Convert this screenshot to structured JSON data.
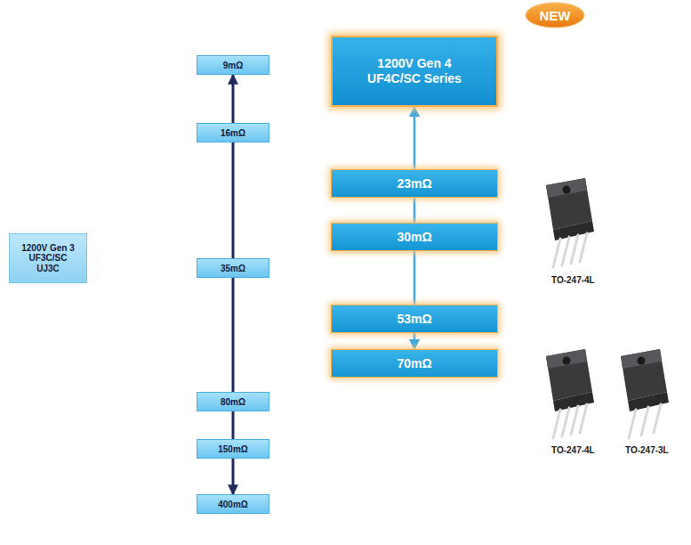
{
  "diagram": {
    "nodes": [
      {
        "text": [
          "9mΩ"
        ]
      },
      {
        "text": [
          "16mΩ"
        ]
      },
      {
        "text": [
          "35mΩ"
        ]
      },
      {
        "text": [
          "80mΩ"
        ]
      },
      {
        "text": [
          "150mΩ"
        ]
      },
      {
        "text": [
          "400mΩ"
        ]
      },
      {
        "text": [
          "1200V Gen 3 UF3C/SC UJ3C"
        ]
      },
      {
        "text": [
          "NEW"
        ]
      },
      {
        "text": [
          "1200V Gen 4 UF4C/SC Series"
        ]
      },
      {
        "text": [
          "23mΩ"
        ]
      },
      {
        "text": [
          "30mΩ"
        ]
      },
      {
        "text": [
          "53mΩ"
        ]
      },
      {
        "text": [
          "70mΩ"
        ]
      }
    ],
    "edges": [
      {
        "from": 1,
        "to": 0,
        "arrow": "to"
      },
      {
        "from": 1,
        "to": 2,
        "arrow": "none"
      },
      {
        "from": 2,
        "to": 3,
        "arrow": "none"
      },
      {
        "from": 3,
        "to": 4,
        "arrow": "none"
      },
      {
        "from": 4,
        "to": 5,
        "arrow": "to"
      },
      {
        "from": 9,
        "to": 8,
        "arrow": "to"
      },
      {
        "from": 9,
        "to": 10,
        "arrow": "none"
      },
      {
        "from": 10,
        "to": 11,
        "arrow": "none"
      },
      {
        "from": 11,
        "to": 12,
        "arrow": "to"
      }
    ],
    "labels": [
      "TO-247-4L",
      "TO-247-4L",
      "TO-247-3L"
    ]
  }
}
